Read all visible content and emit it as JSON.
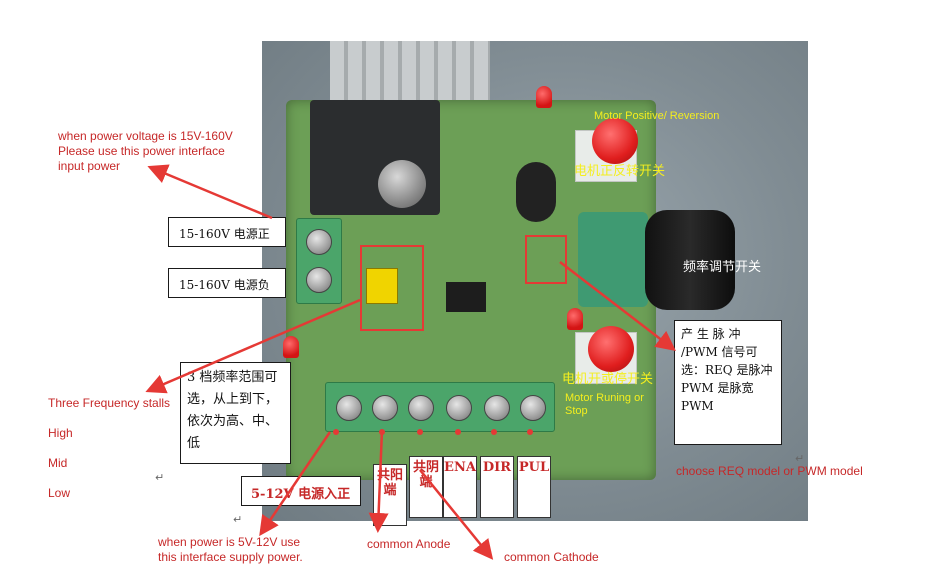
{
  "photo": {
    "description_free": true,
    "board_labels": {
      "btn_top_en": "Motor Positive/ Reversion",
      "btn_top_cn": "电机正反转开关",
      "knob_cn": "频率调节开关",
      "btn_bottom_cn": "电机开或停开关",
      "btn_bottom_en": "Motor Runing or Stop"
    }
  },
  "boxes": {
    "power_pos": "15-160V 电源正",
    "power_neg": "15-160V 电源负",
    "freq_range": "3 档频率范围可选，从上到下，依次为高、中、低",
    "pulse_mode": "产 生 脉 冲 /PWM 信号可选：REQ 是脉冲 PWM 是脉宽 PWM",
    "low_power": "5-12V 电源入正",
    "anode": "共阳端",
    "cathode": "共阴端",
    "ena": "ENA",
    "dir": "DIR",
    "pul": "PUL"
  },
  "notes": {
    "high_power_line1": "when power voltage is 15V-160V",
    "high_power_line2": "Please use this power interface",
    "high_power_line3": "input power",
    "freq_title": "Three Frequency stalls",
    "freq_high": "High",
    "freq_mid": "Mid",
    "freq_low": "Low",
    "low_power_line1": "when power is 5V-12V use",
    "low_power_line2": "this interface supply power.",
    "common_anode": "common Anode",
    "common_cathode": "common Cathode",
    "mode_choice": "choose REQ model or PWM model"
  },
  "colors": {
    "annotation": "#c62828",
    "pcb": "#6c9f56",
    "label_yellow": "#f4ee1e"
  }
}
